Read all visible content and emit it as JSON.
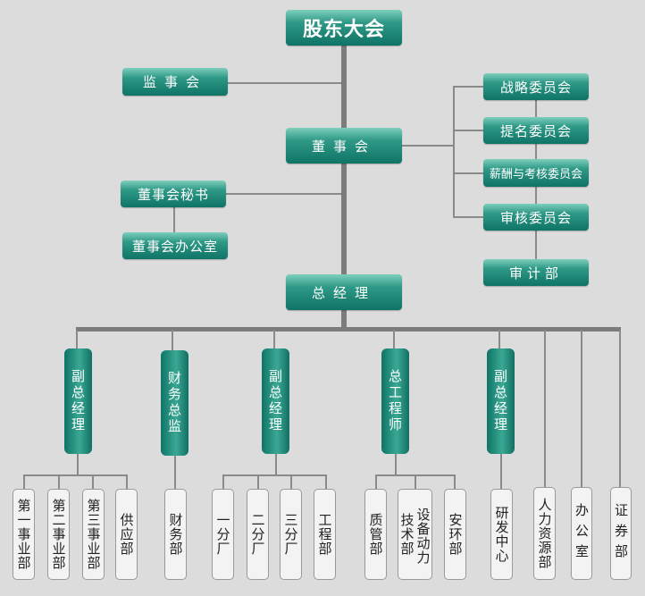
{
  "top": {
    "shareholders": "股东大会",
    "supervisory": "监事会",
    "board": "董事会",
    "board_secretary": "董事会秘书",
    "board_office": "董事会办公室",
    "general_manager": "总经理"
  },
  "committees": [
    "战略委员会",
    "提名委员会",
    "薪酬与考核委员会",
    "审核委员会"
  ],
  "audit_dept": "审计部",
  "executives": [
    "副总经理",
    "财务总监",
    "副总经理",
    "总工程师",
    "副总经理"
  ],
  "departments": [
    "第一事业部",
    "第二事业部",
    "第三事业部",
    "供应部",
    "财务部",
    "一分厂",
    "二分厂",
    "三分厂",
    "工程部",
    "质管部",
    "设备动力",
    "技术部",
    "安环部",
    "研发中心",
    "人力资源部",
    "办公室",
    "证券部"
  ],
  "colors": {
    "box_green": "#0f7466",
    "background": "#dcdcdc",
    "line": "#7c7c7c"
  }
}
